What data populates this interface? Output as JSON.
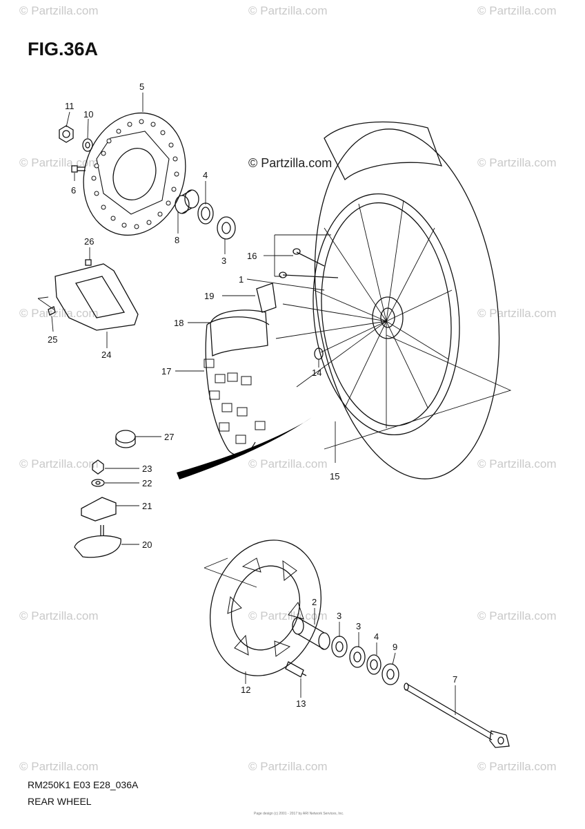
{
  "title": "FIG.36A",
  "watermark": "© Partzilla.com",
  "center_watermark": "© Partzilla.com",
  "footer": {
    "code": "RM250K1 E03 E28_036A",
    "name": "REAR WHEEL"
  },
  "credit": "Page design (c) 2001 - 2017 by ARI Network Services, Inc.",
  "callouts": {
    "p1": "1",
    "p2": "2",
    "p3a": "3",
    "p3b": "3",
    "p3c": "3",
    "p4a": "4",
    "p4b": "4",
    "p5": "5",
    "p6": "6",
    "p7": "7",
    "p8": "8",
    "p9": "9",
    "p10": "10",
    "p11": "11",
    "p12": "12",
    "p13": "13",
    "p14": "14",
    "p15": "15",
    "p16": "16",
    "p17": "17",
    "p18": "18",
    "p19": "19",
    "p20": "20",
    "p21": "21",
    "p22": "22",
    "p23": "23",
    "p24": "24",
    "p25": "25",
    "p26": "26",
    "p27": "27"
  }
}
